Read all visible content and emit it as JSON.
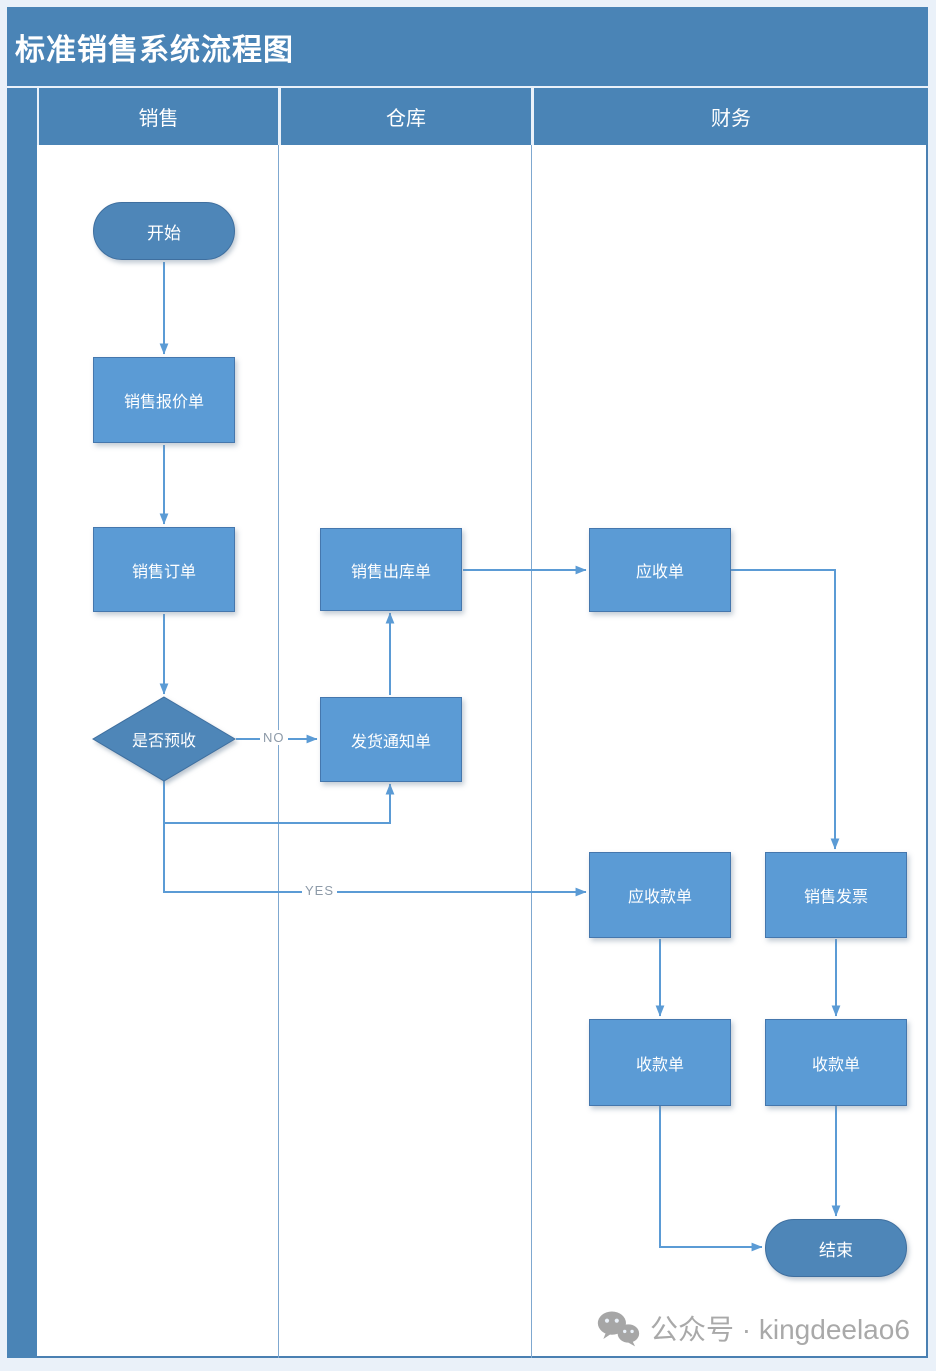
{
  "title": "标准销售系统流程图",
  "lanes": [
    {
      "label": "销售"
    },
    {
      "label": "仓库"
    },
    {
      "label": "财务"
    }
  ],
  "nodes": {
    "start": "开始",
    "quotation": "销售报价单",
    "sales_order": "销售订单",
    "decision": "是否预收",
    "delivery_notice": "发货通知单",
    "outbound_order": "销售出库单",
    "receivable": "应收单",
    "receivable_payment": "应收款单",
    "sales_invoice": "销售发票",
    "receipt_left": "收款单",
    "receipt_right": "收款单",
    "end": "结束"
  },
  "edge_labels": {
    "no": "NO",
    "yes": "YES"
  },
  "watermark": {
    "icon": "wechat-icon",
    "text": "公众号 · kingdeelao6"
  },
  "colors": {
    "header_blue": "#4a84b6",
    "box_fill": "#5b9bd5",
    "box_border": "#4577ad",
    "terminal_fill": "#4e86b8",
    "connector_blue": "#5b9bd5",
    "lane_line": "#7fa8d0",
    "edge_label_text": "#8d9aa8",
    "watermark_gray": "#a9a9a9",
    "canvas_bg": "#ffffff",
    "page_margin_bg": "#eaf1f9"
  }
}
